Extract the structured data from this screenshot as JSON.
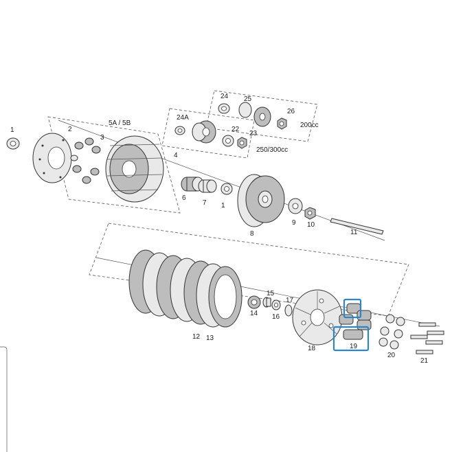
{
  "diagram": {
    "highlight_color": "#2a86c9",
    "callouts": {
      "c1a": "1",
      "c2": "2",
      "c3": "3",
      "c4": "4",
      "c5": "5A / 5B",
      "c6": "6",
      "c7": "7",
      "c1b": "1",
      "c8": "8",
      "c9": "9",
      "c10": "10",
      "c11": "11",
      "c24": "24",
      "c25": "25",
      "c26": "26",
      "c24a": "24A",
      "c22": "22",
      "c23": "23",
      "c12": "12",
      "c13": "13",
      "c14": "14",
      "c15": "15",
      "c16": "16",
      "c17": "17",
      "c18": "18",
      "c19": "19",
      "c20": "20",
      "c21": "21"
    },
    "variants": {
      "v200": "200cc",
      "v250": "250/300cc"
    }
  }
}
